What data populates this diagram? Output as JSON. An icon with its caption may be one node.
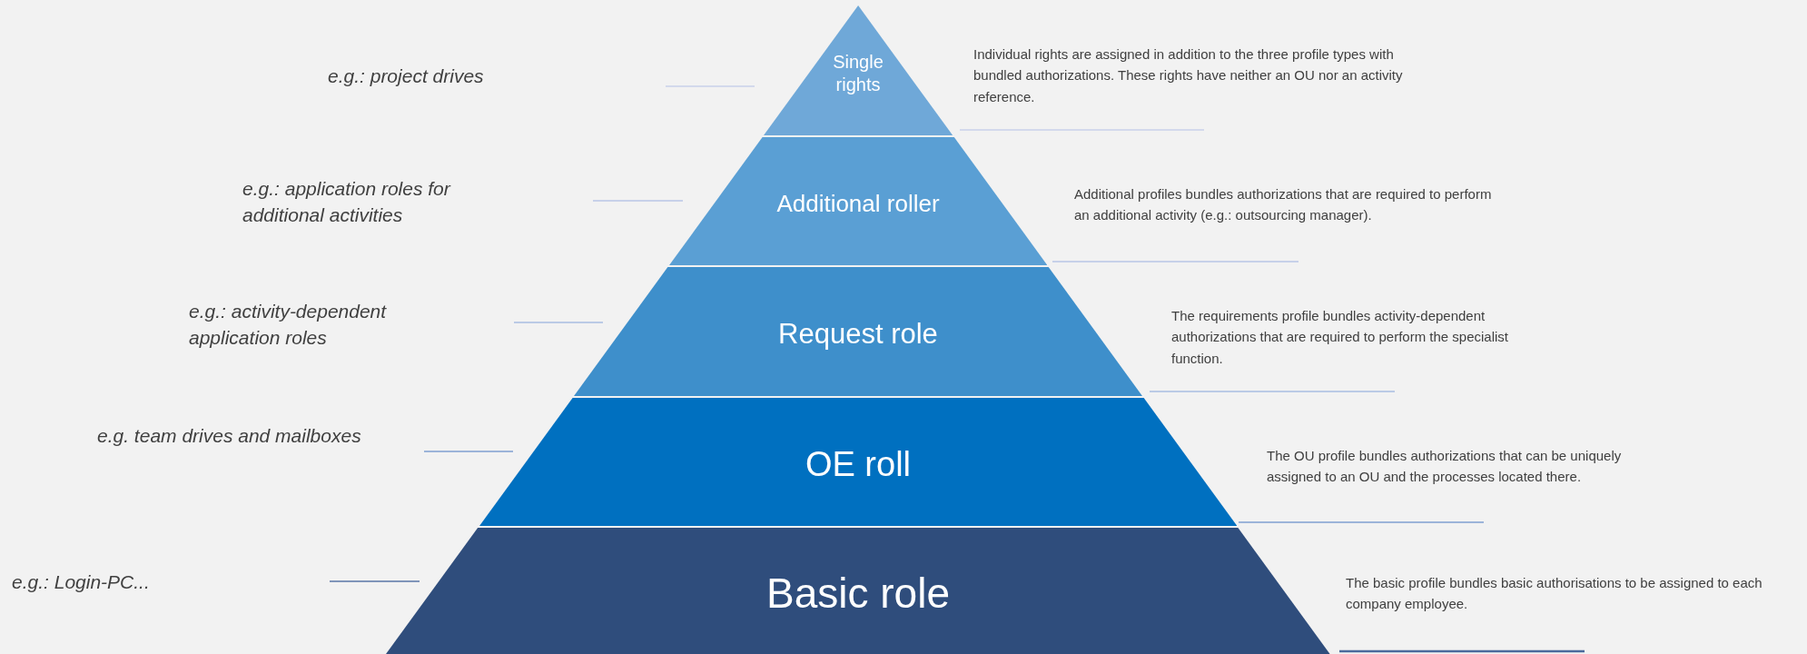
{
  "diagram": {
    "nodes": [
      {
        "text": [
          "Single rights"
        ],
        "beside": [
          "Individual rights are assigned in addition to the three profile types with bundled authorizations. These rights have neither an OU nor an activity reference."
        ]
      },
      {
        "text": [
          "Additional roller"
        ],
        "beside": [
          "Additional profiles bundles authorizations that are required to perform an additional activity (e.g.: outsourcing manager)."
        ]
      },
      {
        "text": [
          "Request role"
        ],
        "beside": [
          "The requirements profile bundles activity-dependent authorizations that are required to perform the specialist function."
        ]
      },
      {
        "text": [
          "OE roll"
        ],
        "beside": [
          "The OU profile bundles authorizations that can be uniquely assigned to an OU and the processes located there."
        ]
      },
      {
        "text": [
          "Basic role"
        ],
        "beside": [
          "The basic profile bundles basic authorisations to be assigned to each company employee."
        ]
      }
    ],
    "labels": [
      "e.g.: project drives",
      "e.g.: application roles for additional activities",
      "e.g.: activity-dependent application roles",
      "e.g. team drives and mailboxes",
      "e.g.: Login-PC..."
    ]
  }
}
